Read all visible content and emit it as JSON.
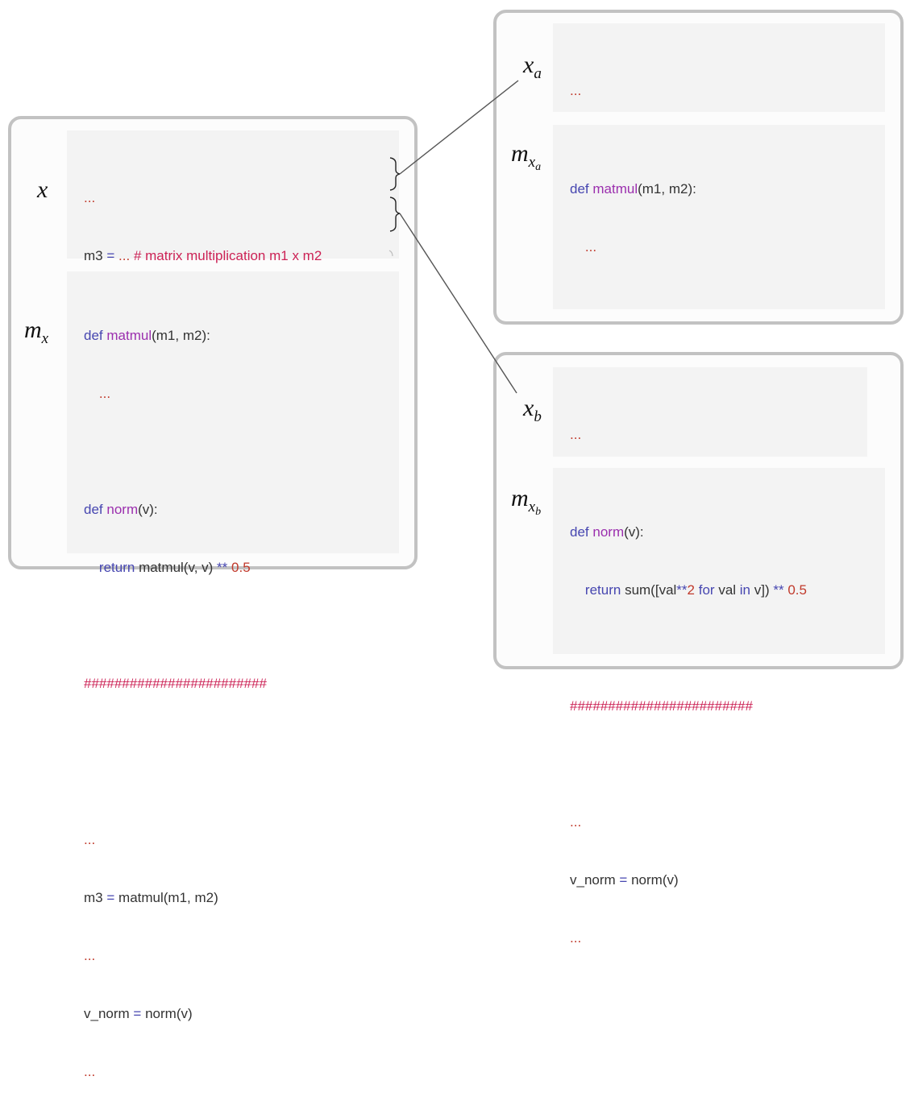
{
  "symbols": {
    "x": "x",
    "m": "m",
    "x_main": "x",
    "sub_a": "a",
    "sub_b": "b"
  },
  "code": {
    "ellipsis": "...",
    "m3": "m3",
    "eq": "=",
    "comment_matmul": "# matrix multiplication m1 x m2",
    "v_norm": "v_norm",
    "sum_open": "sum([val",
    "pow": "**",
    "two": "2",
    "for": "for",
    "val": "val",
    "in": "in",
    "v_close": "v])",
    "half": "0.5",
    "def": "def",
    "matmul": "matmul",
    "matmul_args": "(m1, m2):",
    "norm": "norm",
    "norm_args": "(v):",
    "return": "return",
    "matmul_vv": "matmul(v, v)",
    "hashes": "########################",
    "matmul_call": "matmul(m1, m2)",
    "norm_call": "norm(v)"
  }
}
